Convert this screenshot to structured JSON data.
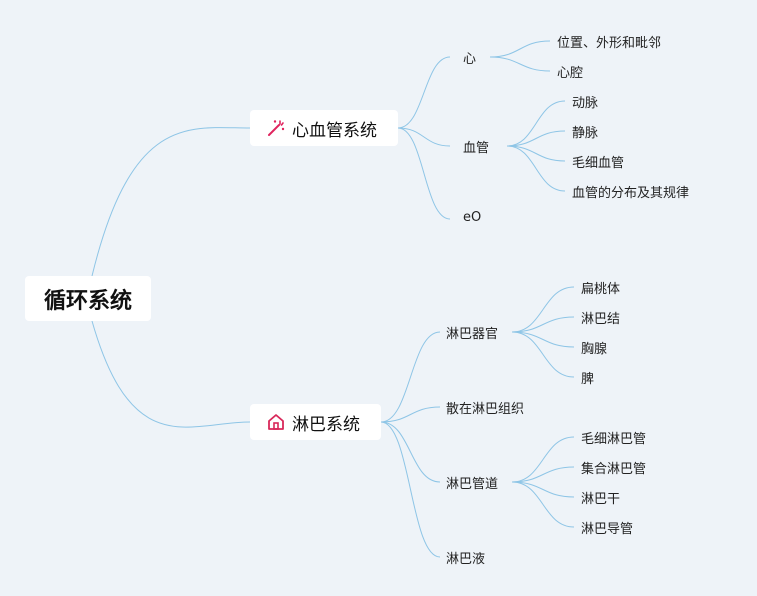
{
  "root": {
    "label": "循环系统"
  },
  "branches": [
    {
      "label": "心血管系统",
      "icon": "magic-wand-icon",
      "icon_color": "#e0245e",
      "children": [
        {
          "label": "心",
          "children": [
            "位置、外形和毗邻",
            "心腔"
          ]
        },
        {
          "label": "血管",
          "children": [
            "动脉",
            "静脉",
            "毛细血管",
            "血管的分布及其规律"
          ]
        },
        {
          "label": "eO",
          "children": []
        }
      ]
    },
    {
      "label": "淋巴系统",
      "icon": "home-icon",
      "icon_color": "#d9285a",
      "children": [
        {
          "label": "淋巴器官",
          "children": [
            "扁桃体",
            "淋巴结",
            "胸腺",
            "脾"
          ]
        },
        {
          "label": "散在淋巴组织",
          "children": []
        },
        {
          "label": "淋巴管道",
          "children": [
            "毛细淋巴管",
            "集合淋巴管",
            "淋巴干",
            "淋巴导管"
          ]
        },
        {
          "label": "淋巴液",
          "children": []
        }
      ]
    }
  ],
  "colors": {
    "connector": "#8ec5e6",
    "background": "#eef3f8",
    "node_bg": "#ffffff"
  }
}
